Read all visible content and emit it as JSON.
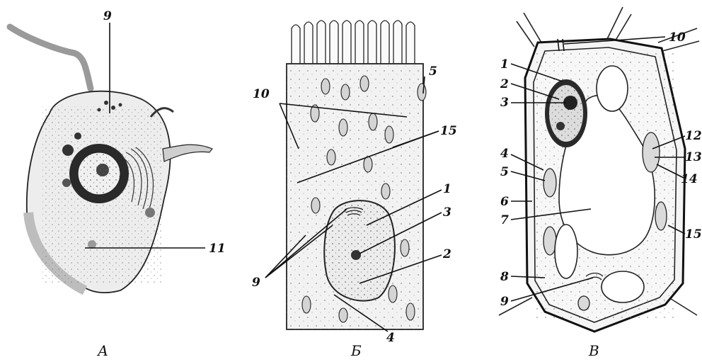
{
  "panels": [
    {
      "id": "A",
      "caption": "А",
      "labels": [
        "9",
        "11"
      ]
    },
    {
      "id": "B",
      "caption": "Б",
      "labels": [
        "5",
        "10",
        "15",
        "1",
        "3",
        "2",
        "9",
        "4"
      ]
    },
    {
      "id": "C",
      "caption": "В",
      "labels": [
        "10",
        "1",
        "2",
        "3",
        "12",
        "13",
        "14",
        "4",
        "5",
        "6",
        "7",
        "15",
        "8",
        "9"
      ]
    }
  ],
  "colors": {
    "ink": "#111111",
    "shade": "#d9d9d9",
    "light": "#ececec"
  }
}
